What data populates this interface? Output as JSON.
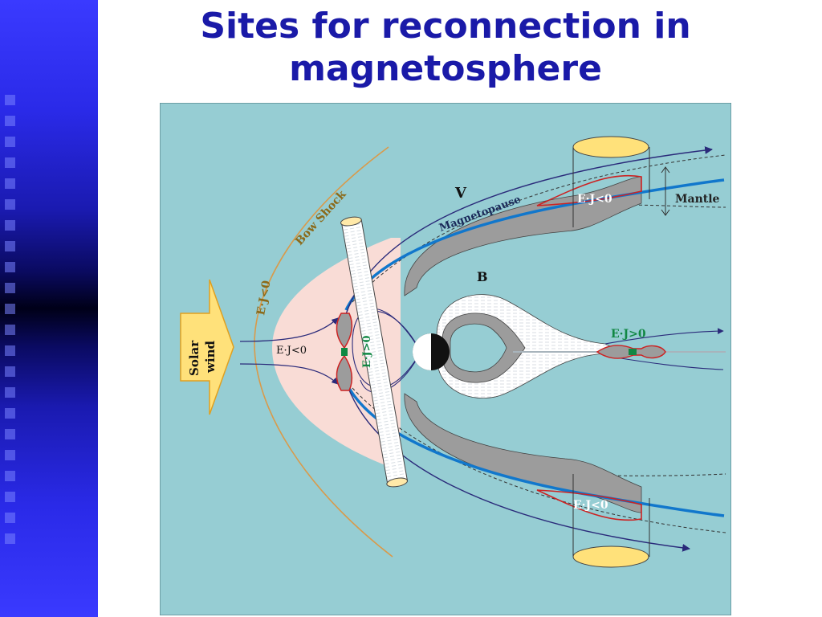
{
  "slide": {
    "title_line1": "Sites for reconnection in",
    "title_line2": "magnetosphere"
  },
  "diagram": {
    "labels": {
      "bow_shock": "Bow Shock",
      "ej_bow": "E·J<0",
      "magnetopause": "Magnetopause",
      "v": "V",
      "b": "B",
      "mantle": "Mantle",
      "ej_mantle_top": "E·J<0",
      "ej_mantle_bottom": "E·J<0",
      "ej_nose": "E·J<0",
      "ej_dayside": "E·J>0",
      "ej_tail": "E·J>0",
      "solar_line1": "Solar",
      "solar_line2": "wind"
    },
    "colors": {
      "background": "#96cdd3",
      "field_line": "#2a2a7a",
      "magnetopause": "#1177cc",
      "bow_shock": "#d99a4a",
      "magnetosheath": "#f9dcd6",
      "mantle_region": "#9c9c9c",
      "reconnection_red": "#cc2222",
      "reconnection_green": "#118844",
      "arrow_fill": "#ffe17a",
      "arrow_stroke": "#e0a020"
    }
  }
}
